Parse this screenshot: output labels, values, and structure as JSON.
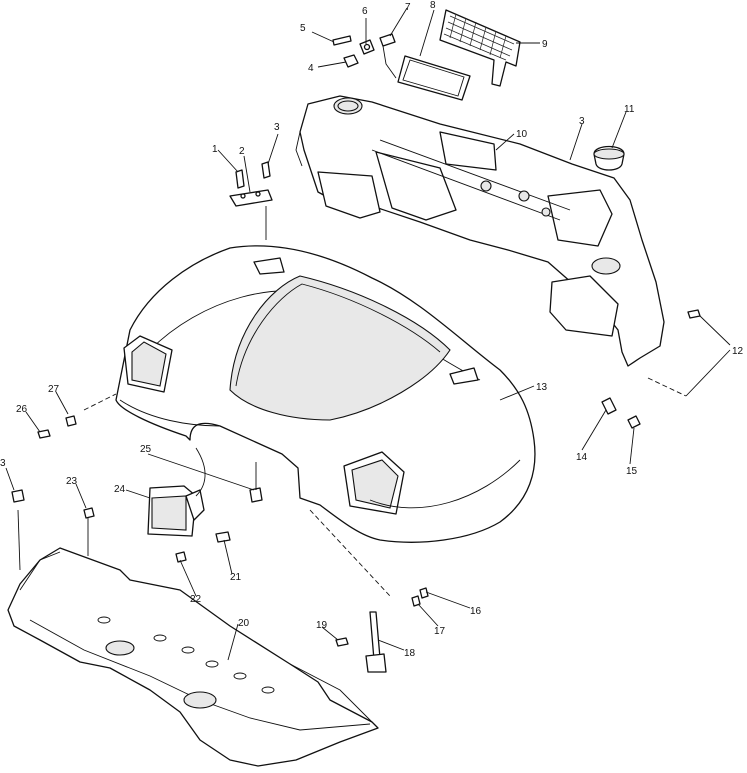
{
  "diagram": {
    "callouts": [
      {
        "id": "c1",
        "text": "1"
      },
      {
        "id": "c2",
        "text": "2"
      },
      {
        "id": "c3a",
        "text": "3"
      },
      {
        "id": "c3b",
        "text": "3"
      },
      {
        "id": "c3c",
        "text": "3"
      },
      {
        "id": "c4",
        "text": "4"
      },
      {
        "id": "c5",
        "text": "5"
      },
      {
        "id": "c6",
        "text": "6"
      },
      {
        "id": "c7",
        "text": "7"
      },
      {
        "id": "c8",
        "text": "8"
      },
      {
        "id": "c9",
        "text": "9"
      },
      {
        "id": "c10",
        "text": "10"
      },
      {
        "id": "c11",
        "text": "11"
      },
      {
        "id": "c12",
        "text": "12"
      },
      {
        "id": "c13",
        "text": "13"
      },
      {
        "id": "c14",
        "text": "14"
      },
      {
        "id": "c15",
        "text": "15"
      },
      {
        "id": "c16",
        "text": "16"
      },
      {
        "id": "c17",
        "text": "17"
      },
      {
        "id": "c18",
        "text": "18"
      },
      {
        "id": "c19",
        "text": "19"
      },
      {
        "id": "c20",
        "text": "20"
      },
      {
        "id": "c21",
        "text": "21"
      },
      {
        "id": "c22",
        "text": "22"
      },
      {
        "id": "c23",
        "text": "23"
      },
      {
        "id": "c24",
        "text": "24"
      },
      {
        "id": "c25",
        "text": "25"
      },
      {
        "id": "c26",
        "text": "26"
      },
      {
        "id": "c27",
        "text": "27"
      }
    ]
  }
}
